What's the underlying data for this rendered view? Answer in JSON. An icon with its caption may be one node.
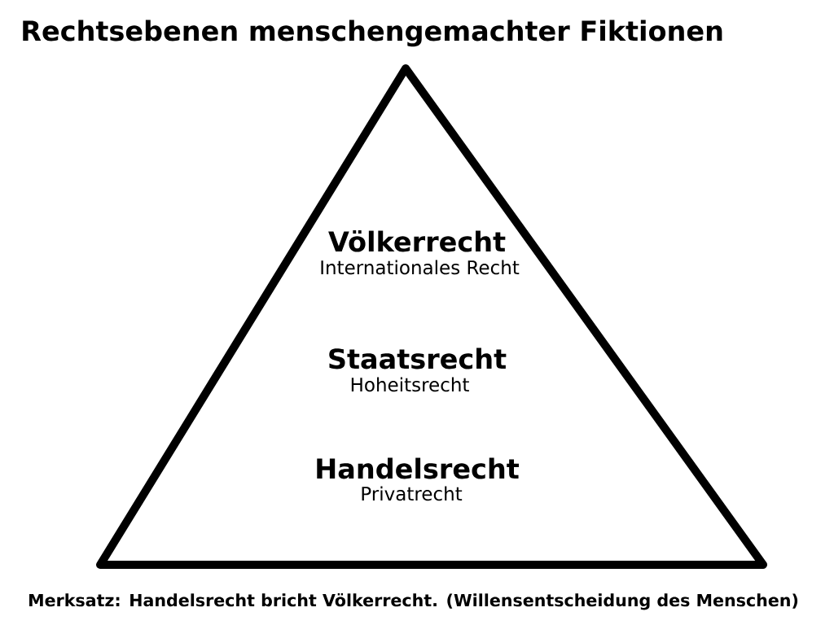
{
  "diagram": {
    "title": "Rechtsebenen menschengemachter Fiktionen",
    "nodes": [
      {
        "text": [
          "Völkerrecht",
          "Internationales Recht",
          "Staatsrecht",
          "Hoheitsrecht",
          "Handelsrecht",
          "Privatrecht"
        ]
      }
    ],
    "caption": "Merksatz: Handelsrecht bricht Völkerrecht. (Willensentscheidung des Menschen)"
  }
}
